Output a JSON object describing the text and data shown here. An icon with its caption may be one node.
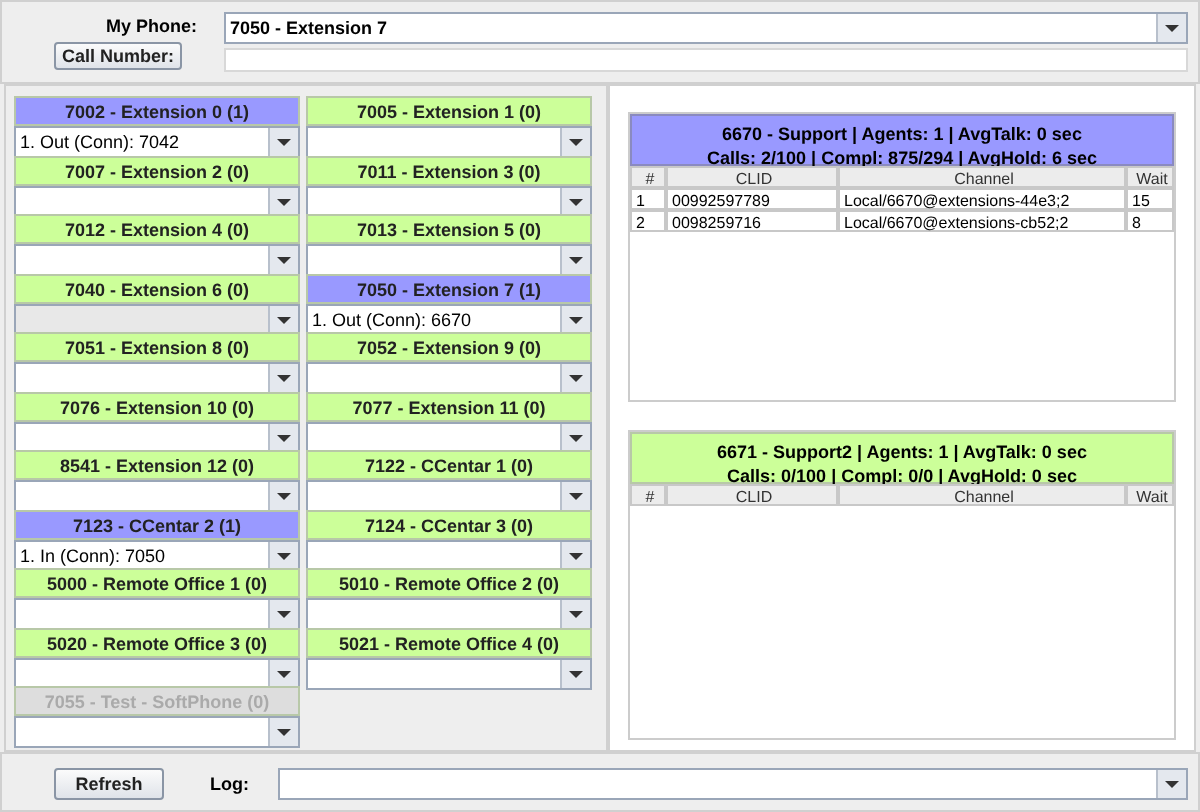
{
  "diagram": {
    "nodes": [
      {
        "text": [
          "7002 - Extension 0 (1)",
          "1. Out (Conn): 7042"
        ]
      },
      {
        "text": [
          "7005 - Extension 1 (0)"
        ]
      },
      {
        "text": [
          "7007 - Extension 2 (0)"
        ]
      },
      {
        "text": [
          "7011 - Extension 3 (0)"
        ]
      },
      {
        "text": [
          "7012 - Extension 4 (0)"
        ]
      },
      {
        "text": [
          "7013 - Extension 5 (0)"
        ]
      },
      {
        "text": [
          "7040 - Extension 6 (0)"
        ]
      },
      {
        "text": [
          "7050 - Extension 7 (1)",
          "1. Out (Conn): 6670"
        ]
      },
      {
        "text": [
          "7051 - Extension 8 (0)"
        ]
      },
      {
        "text": [
          "7052 - Extension 9 (0)"
        ]
      },
      {
        "text": [
          "7076 - Extension 10 (0)"
        ]
      },
      {
        "text": [
          "7077 - Extension 11 (0)"
        ]
      },
      {
        "text": [
          "8541 - Extension 12 (0)"
        ]
      },
      {
        "text": [
          "7122 - CCentar 1 (0)"
        ]
      },
      {
        "text": [
          "7123 - CCentar 2 (1)",
          "1. In (Conn): 7050"
        ]
      },
      {
        "text": [
          "7124 - CCentar 3 (0)"
        ]
      },
      {
        "text": [
          "5000 - Remote Office 1  (0)"
        ]
      },
      {
        "text": [
          "5010 - Remote Office 2 (0)"
        ]
      },
      {
        "text": [
          "5020 - Remote Office 3 (0)"
        ]
      },
      {
        "text": [
          "5021 - Remote Office 4 (0)"
        ]
      },
      {
        "text": [
          "7055 - Test - SoftPhone (0)"
        ]
      },
      {
        "text": [
          "6670 - Support | Agents: 1 | AvgTalk: 0 sec",
          "Calls: 2/100 | Compl: 875/294 | AvgHold: 6 sec"
        ]
      },
      {
        "text": [
          "6671 - Support2 | Agents: 1 | AvgTalk: 0 sec",
          "Calls: 0/100 | Compl: 0/0 | AvgHold: 0 sec"
        ]
      }
    ],
    "labels": [
      "My Phone:",
      "7050 - Extension 7",
      "Call Number:",
      "#",
      "CLID",
      "Channel",
      "Wait",
      "1",
      "00992597789",
      "Local/6670@extensions-44e3;2",
      "15",
      "2",
      "0098259716",
      "Local/6670@extensions-cb52;2",
      "8",
      "#",
      "CLID",
      "Channel",
      "Wait",
      "Refresh",
      "Log:"
    ]
  }
}
